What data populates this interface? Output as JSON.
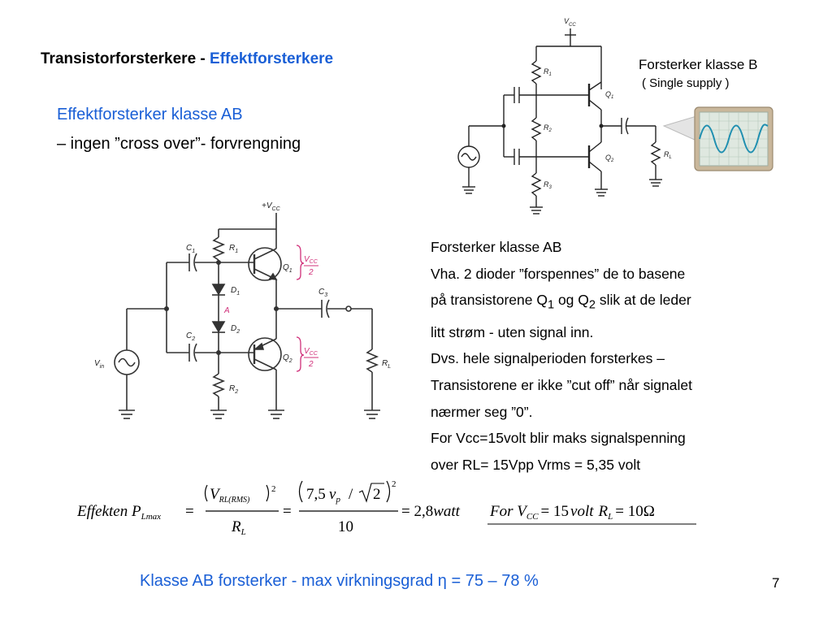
{
  "title": {
    "main": "Transistorforsterkere - ",
    "accent": "Effektforsterkere"
  },
  "subtitle": {
    "line1": "Effektforsterker klasse AB",
    "line2": "– ingen ”cross over”- forvrengning"
  },
  "classB": {
    "label": "Forsterker klasse B",
    "note": "( Single supply )"
  },
  "description": {
    "l1": "Forsterker klasse AB",
    "l2": "Vha. 2 dioder ”forspennes” de to basene",
    "l3_pre": "på transistorene Q",
    "l3_sub1": "1",
    "l3_mid": " og Q",
    "l3_sub2": "2",
    "l3_post": " slik at de leder",
    "l4": "litt strøm - uten signal inn.",
    "l5": "Dvs. hele signalperioden forsterkes –",
    "l6": "Transistorene er ikke ”cut off” når signalet",
    "l7": "nærmer seg ”0”.",
    "l8": "For Vcc=15volt blir maks signalspenning",
    "l9": "over RL= 15Vpp    Vrms = 5,35 volt"
  },
  "formula": {
    "lhs": "Effekten P",
    "lhs_sub": "Lmax",
    "num1": "V",
    "num1_sub": "RL(RMS)",
    "exp": "2",
    "den1": "R",
    "den1_sub": "L",
    "num2_a": "7,5",
    "num2_v": "v",
    "num2_vsub": "p",
    "num2_div": "/",
    "num2_sqrt": "2",
    "den2": "10",
    "result": "= 2,8",
    "unit": "watt",
    "cond_a": "For V",
    "cond_sub": "CC",
    "cond_b": "= 15",
    "cond_c": "volt",
    "cond_d": "R",
    "cond_dsub": "L",
    "cond_e": "= 10Ω"
  },
  "circuitAB": {
    "vcc_plus": "+V",
    "vcc_sub": "CC",
    "c1": "C",
    "c1s": "1",
    "c2": "C",
    "c2s": "2",
    "c3": "C",
    "c3s": "3",
    "r1": "R",
    "r1s": "1",
    "r2": "R",
    "r2s": "2",
    "rl": "R",
    "rls": "L",
    "d1": "D",
    "d1s": "1",
    "d2": "D",
    "d2s": "2",
    "a": "A",
    "q1": "Q",
    "q1s": "1",
    "q2": "Q",
    "q2s": "2",
    "vin": "V",
    "vins": "in",
    "half_num": "V",
    "half_sub": "CC",
    "half_den": "2"
  },
  "circuitB": {
    "vcc": "V",
    "vcc_sub": "CC",
    "r1": "R",
    "r1s": "1",
    "r2": "R",
    "r2s": "2",
    "r3": "R",
    "r3s": "3",
    "rl": "R",
    "rls": "L",
    "q1": "Q",
    "q1s": "1",
    "q2": "Q",
    "q2s": "2"
  },
  "footer": "Klasse AB forsterker - max virkningsgrad   η = 75 – 78 %",
  "page_number": "7",
  "colors": {
    "accent": "#1a5fd6",
    "pink": "#d0307a",
    "scope_bg": "#dfe8e0",
    "scope_wave": "#1f8fb0"
  }
}
